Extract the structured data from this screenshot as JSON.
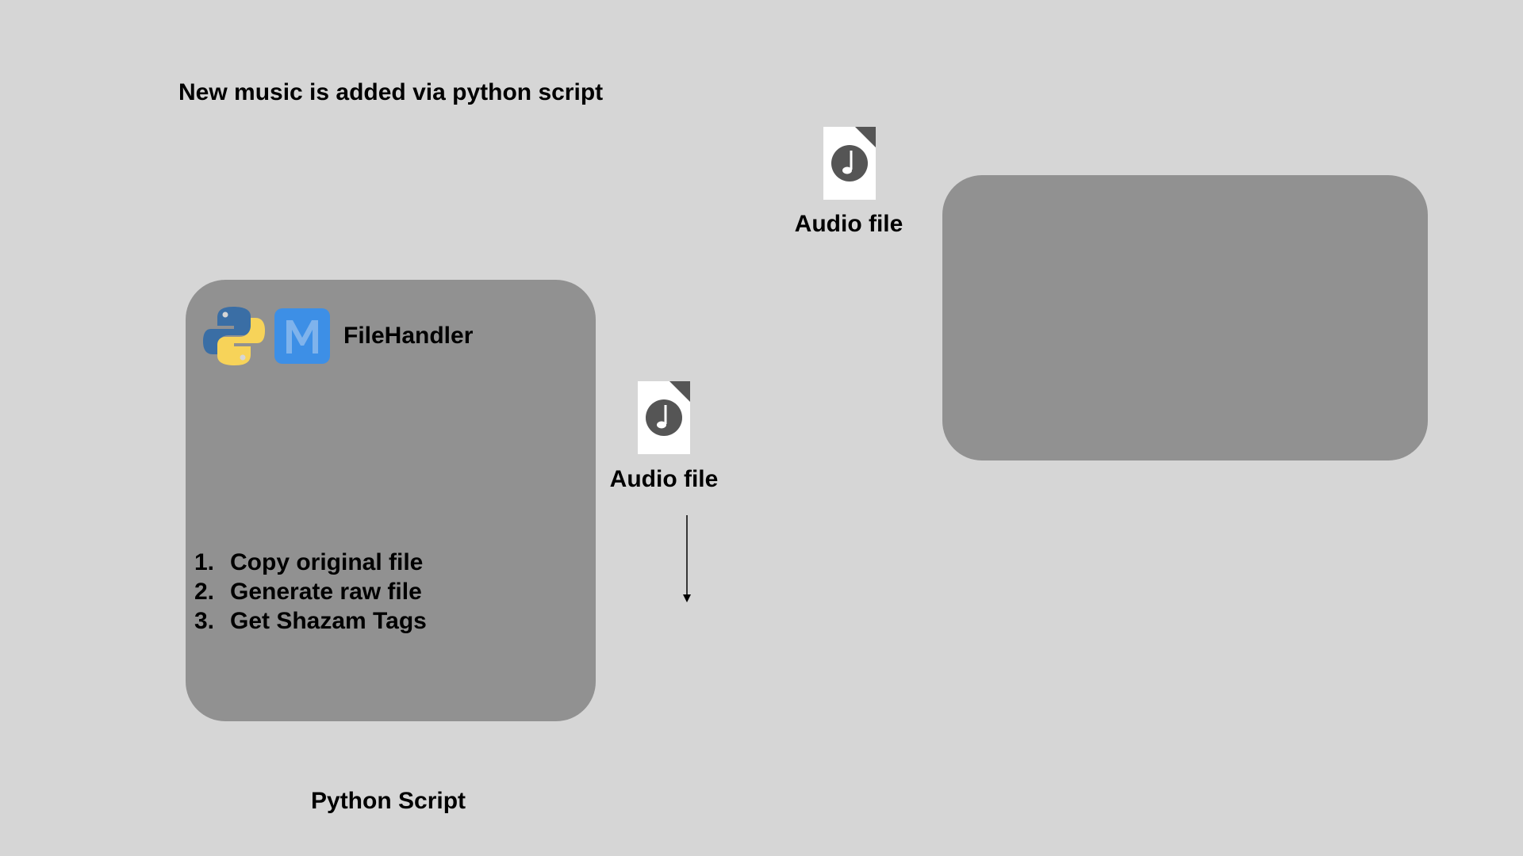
{
  "title": "New music is added via python script",
  "file_handler": {
    "name": "FileHandler",
    "logos": [
      "python-logo",
      "m-logo"
    ],
    "steps": [
      {
        "num": "1.",
        "text": "Copy original file"
      },
      {
        "num": "2.",
        "text": "Generate raw file"
      },
      {
        "num": "3.",
        "text": "Get Shazam Tags"
      }
    ]
  },
  "audio_files": {
    "top_label": "Audio file",
    "middle_label": "Audio file"
  },
  "caption": "Python Script",
  "colors": {
    "background": "#d6d6d6",
    "box": "#919191",
    "file_icon_note": "#555555",
    "python_blue": "#3a6ea5",
    "python_yellow": "#f7d359",
    "m_logo": "#3d8fe6"
  }
}
